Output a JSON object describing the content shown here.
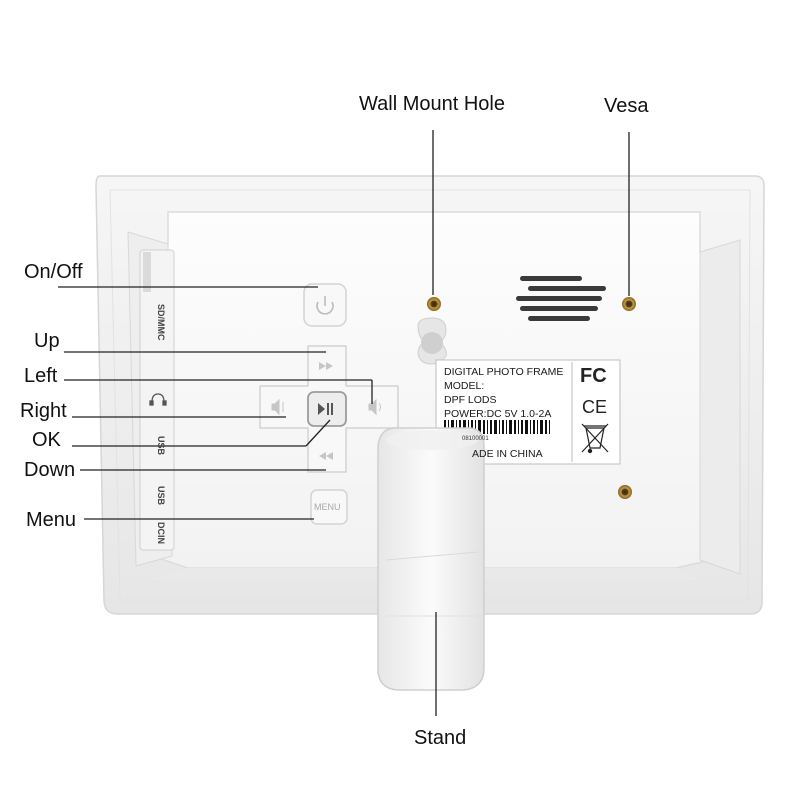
{
  "callouts": {
    "wall_mount_hole": "Wall Mount Hole",
    "vesa": "Vesa",
    "on_off": "On/Off",
    "up": "Up",
    "left": "Left",
    "right": "Right",
    "ok": "OK",
    "down": "Down",
    "menu": "Menu",
    "stand": "Stand"
  },
  "side_panel": {
    "sd_mmc": "SD/MMC",
    "usb_1": "USB",
    "usb_2": "USB",
    "dc_in": "DCIN"
  },
  "buttons": {
    "menu_label": "MENU"
  },
  "sticker": {
    "line1": "DIGITAL PHOTO FRAME",
    "line2": "MODEL:",
    "line3": "DPF LODS",
    "line4": "POWER:DC  5V  1.0-2A",
    "barcode_number": "08100001",
    "made_in": "ADE IN CHINA",
    "fc_mark": "FC",
    "ce_mark": "CE"
  },
  "colors": {
    "frame_body": "#f1f1f1",
    "frame_inner": "#fafafa",
    "shadow": "#d9d9d9",
    "callout_line": "#222222",
    "screw_brass": "#b58a3c"
  },
  "icons": {
    "power": "power-icon",
    "fast_forward": "fast-forward-icon",
    "rewind": "rewind-icon",
    "volume_down": "volume-down-icon",
    "volume_up": "volume-up-icon",
    "play_pause": "play-pause-icon",
    "headphone": "headphone-icon",
    "weee": "weee-bin-icon"
  }
}
